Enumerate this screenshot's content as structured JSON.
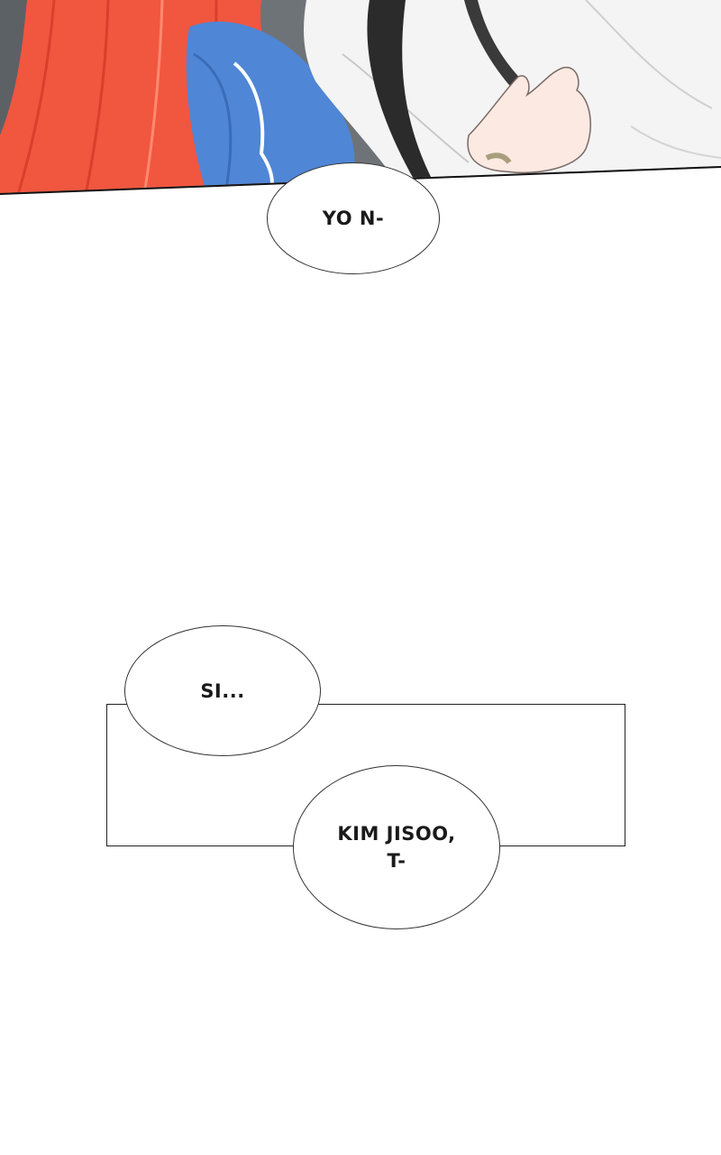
{
  "bubbles": {
    "first": "YO N-",
    "second": "SI...",
    "third": "KIM JISOO,\nT-"
  }
}
